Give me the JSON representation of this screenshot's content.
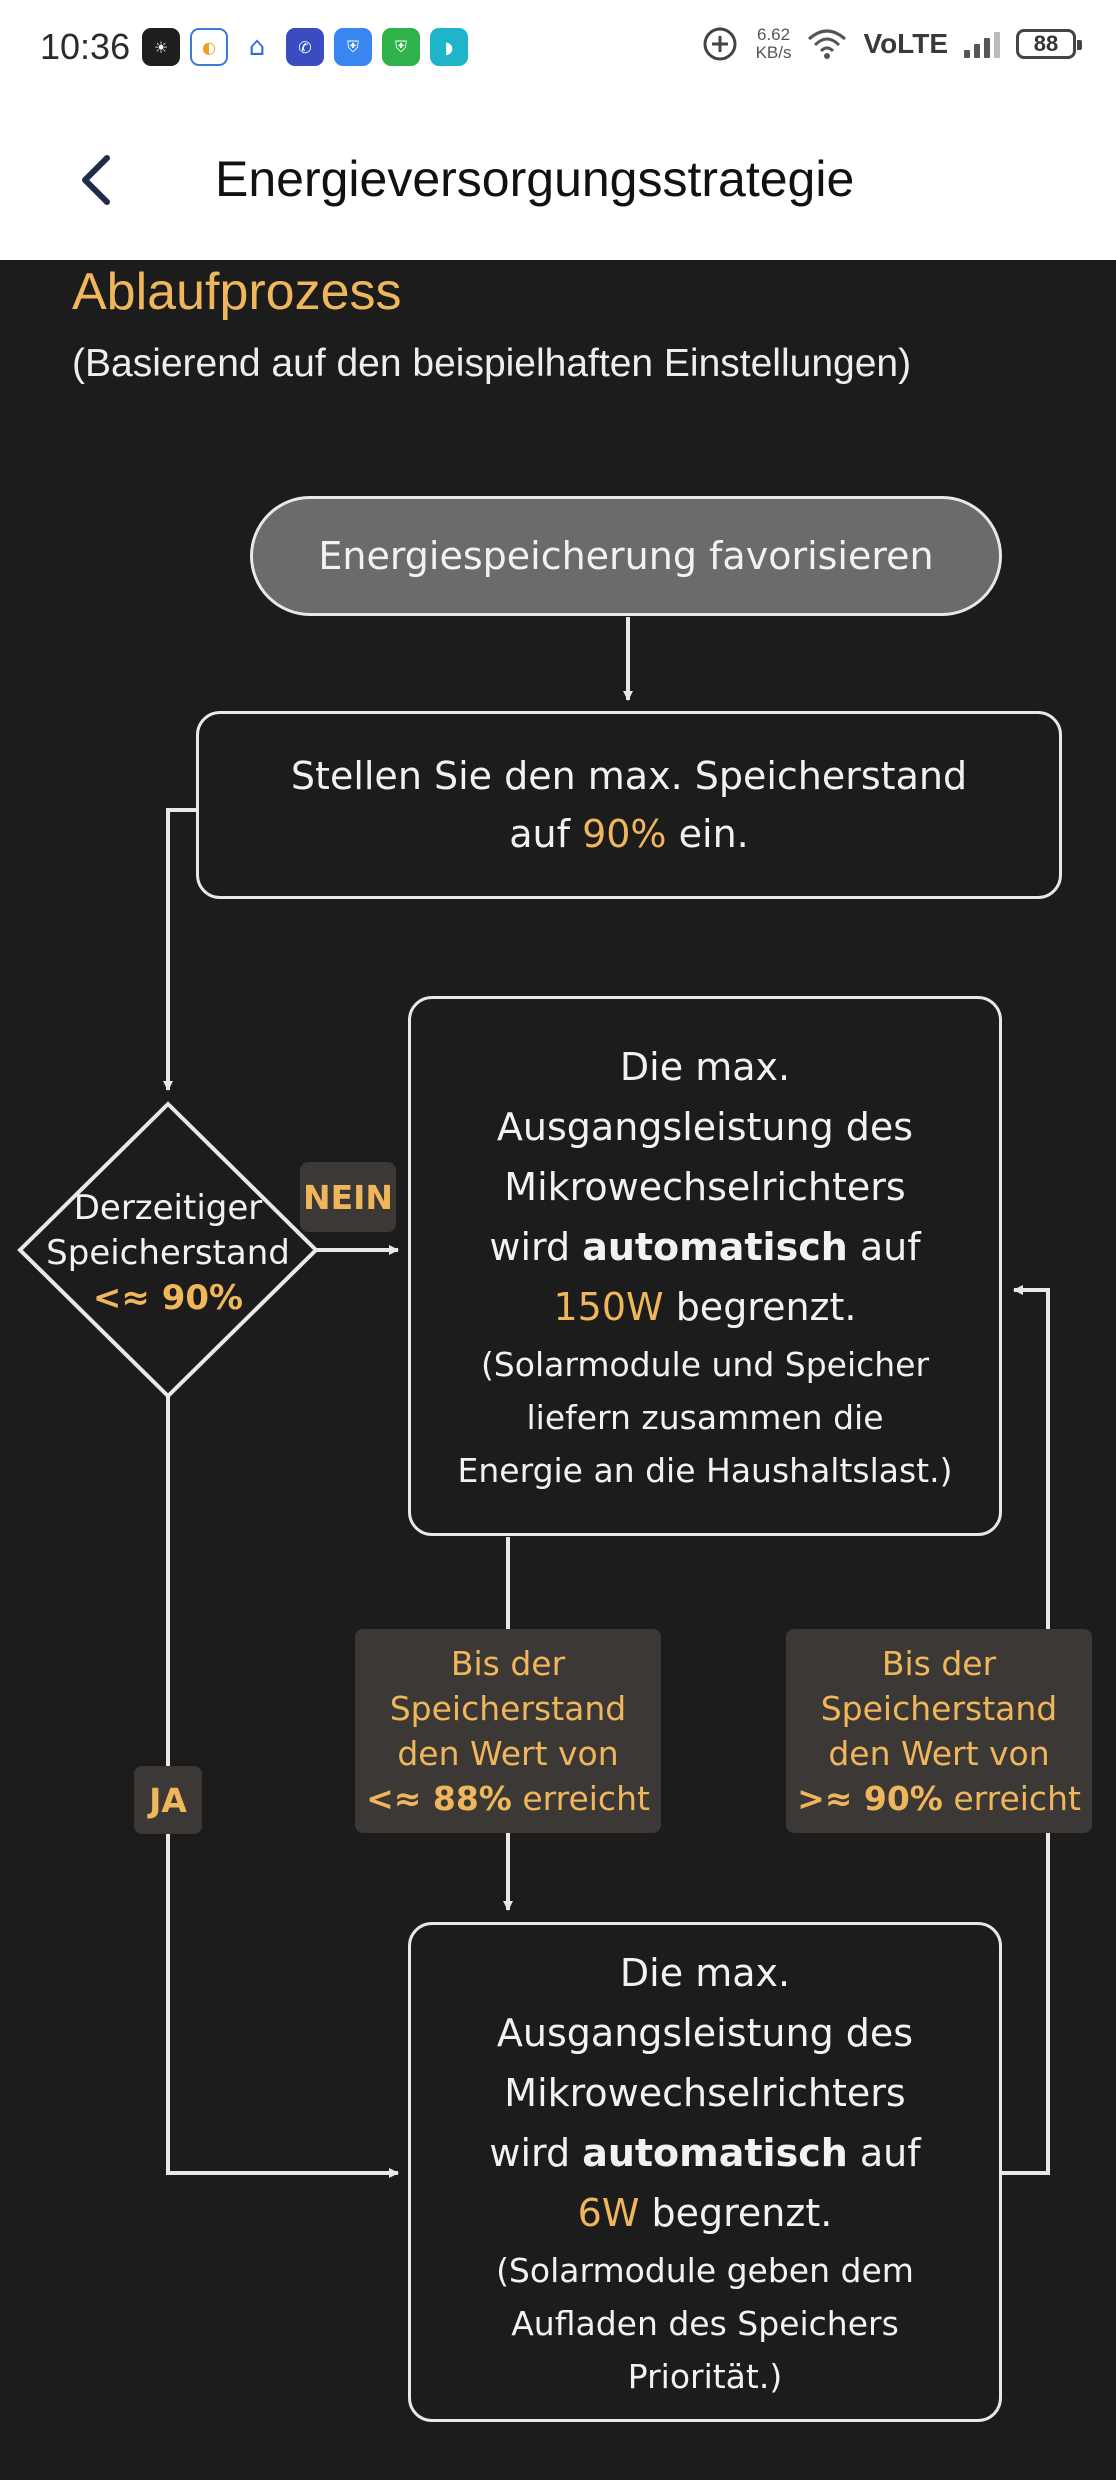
{
  "status_bar": {
    "time": "10:36",
    "net_speed_value": "6.62",
    "net_speed_unit": "KB/s",
    "network": "VoLTE",
    "battery": "88"
  },
  "header": {
    "title": "Energieversorgungsstrategie"
  },
  "section": {
    "title": "Ablaufprozess",
    "subtitle": "(Basierend auf den beispielhaften Einstellungen)"
  },
  "flow": {
    "start": "Energiespeicherung favorisieren",
    "set_step": {
      "line1": "Stellen Sie den max. Speicherstand",
      "line2_prefix": "auf ",
      "value": "90%",
      "line2_suffix": " ein."
    },
    "decision": {
      "line1": "Derzeitiger",
      "line2": "Speicherstand",
      "condition": "<≈ 90%"
    },
    "label_no": "NEIN",
    "label_yes": "JA",
    "limit_150": {
      "l1": "Die max.",
      "l2": "Ausgangsleistung des",
      "l3": "Mikrowechselrichters",
      "l4_prefix": "wird ",
      "l4_bold": "automatisch",
      "l4_suffix": " auf",
      "value": "150W",
      "l5_suffix": " begrenzt.",
      "note1": "(Solarmodule und Speicher",
      "note2": "liefern zusammen die",
      "note3": "Energie an die Haushaltslast.)"
    },
    "cond_down": {
      "l1": "Bis der",
      "l2": "Speicherstand",
      "l3": "den Wert von",
      "value": "<≈ 88%",
      "l4_suffix": " erreicht"
    },
    "cond_up": {
      "l1": "Bis der",
      "l2": "Speicherstand",
      "l3": "den Wert von",
      "value": ">≈ 90%",
      "l4_suffix": " erreicht"
    },
    "limit_6": {
      "l1": "Die max.",
      "l2": "Ausgangsleistung des",
      "l3": "Mikrowechselrichters",
      "l4_prefix": "wird ",
      "l4_bold": "automatisch",
      "l4_suffix": " auf",
      "value": "6W",
      "l5_suffix": " begrenzt.",
      "note1": "(Solarmodule geben dem",
      "note2": "Aufladen des Speichers",
      "note3": "Priorität.)"
    }
  },
  "colors": {
    "accent": "#f0b65c",
    "background": "#1c1c1c",
    "line": "#e8e8e8",
    "tag_background": "#3b3836"
  }
}
